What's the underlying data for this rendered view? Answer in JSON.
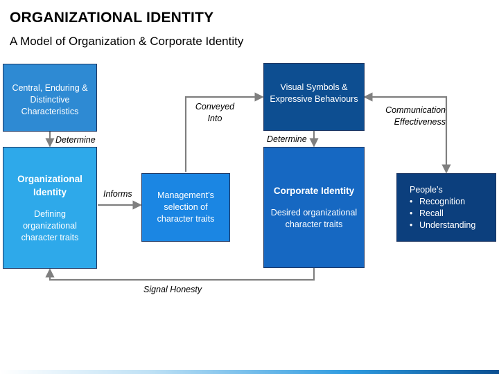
{
  "title": "ORGANIZATIONAL IDENTITY",
  "subtitle": "A Model of Organization & Corporate Identity",
  "colors": {
    "light_blue": "#2e8ad3",
    "cyan": "#2ea9ea",
    "bright_blue": "#1b86e3",
    "navy": "#0d4e91",
    "mid_blue": "#1668c2",
    "dark_navy": "#0c3f7d",
    "arrow_gray": "#7f7f7f"
  },
  "boxes": {
    "central": {
      "text": "Central, Enduring & Distinctive Characteristics"
    },
    "org_identity": {
      "heading": "Organizational Identity",
      "sub": "Defining organizational character traits"
    },
    "management": {
      "text": "Management’s selection of character traits"
    },
    "visual": {
      "text": "Visual Symbols & Expressive Behaviours"
    },
    "corp_identity": {
      "heading": "Corporate Identity",
      "sub": "Desired organizational character traits"
    },
    "peoples": {
      "heading": "People’s",
      "items": [
        "Recognition",
        "Recall",
        "Understanding"
      ]
    }
  },
  "labels": {
    "determine_left": "Determine",
    "determine_right": "Determine",
    "informs": "Informs",
    "conveyed": "Conveyed Into",
    "communication": "Communication Effectiveness",
    "signal": "Signal Honesty"
  }
}
